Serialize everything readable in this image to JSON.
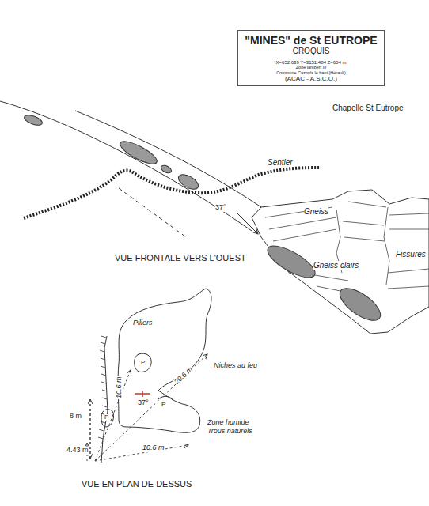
{
  "diagram": {
    "nodes": [
      {
        "text": [
          "\"MINES\" de St EUTROPE",
          "CROQUIS",
          "X=652.639 Y=3151.484 Z=604 m",
          "Zone lambert III",
          "Commune Cazouls le haut (Hérault)",
          "(ACAC - A.S.C.O.)"
        ]
      }
    ],
    "labels": [
      "Chapelle St Eutrope",
      "Sentier",
      "37°",
      "Gneiss",
      "Gneiss clairs",
      "Fissures",
      "VUE FRONTALE VERS L'OUEST",
      "Piliers",
      "P",
      "P",
      "P",
      "Niches au feu",
      "20.6 m",
      "10.6 m",
      "37°",
      "8 m",
      "10.6 m",
      "4.43 m",
      "Zone humide",
      "Trous naturels",
      "VUE EN PLAN DE DESSUS"
    ]
  }
}
